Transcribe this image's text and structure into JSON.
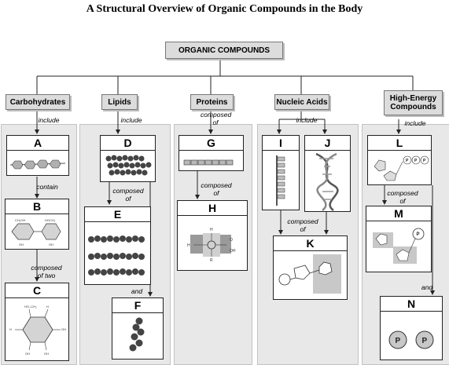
{
  "title": "A Structural Overview of Organic Compounds in the Body",
  "root": "ORGANIC COMPOUNDS",
  "categories": {
    "carbohydrates": "Carbohydrates",
    "lipids": "Lipids",
    "proteins": "Proteins",
    "nucleic_acids": "Nucleic Acids",
    "high_energy": "High-Energy Compounds"
  },
  "boxes": {
    "A": "A",
    "B": "B",
    "C": "C",
    "D": "D",
    "E": "E",
    "F": "F",
    "G": "G",
    "H": "H",
    "I": "I",
    "J": "J",
    "K": "K",
    "L": "L",
    "M": "M",
    "N": "N"
  },
  "labels": {
    "include_carb": "include",
    "include_lipids": "include",
    "composed_of_proteins": "composed of",
    "include_nucleic": "include",
    "include_high": "include",
    "contain": "contain",
    "composed_of_two": "composed of two",
    "composed_of_lipids": "composed of",
    "and_lipids": "and",
    "composed_of_g": "composed of",
    "composed_of_nucleic": "composed of",
    "composed_of_high": "composed of",
    "and_high": "and"
  },
  "phosphate_symbol": "P"
}
